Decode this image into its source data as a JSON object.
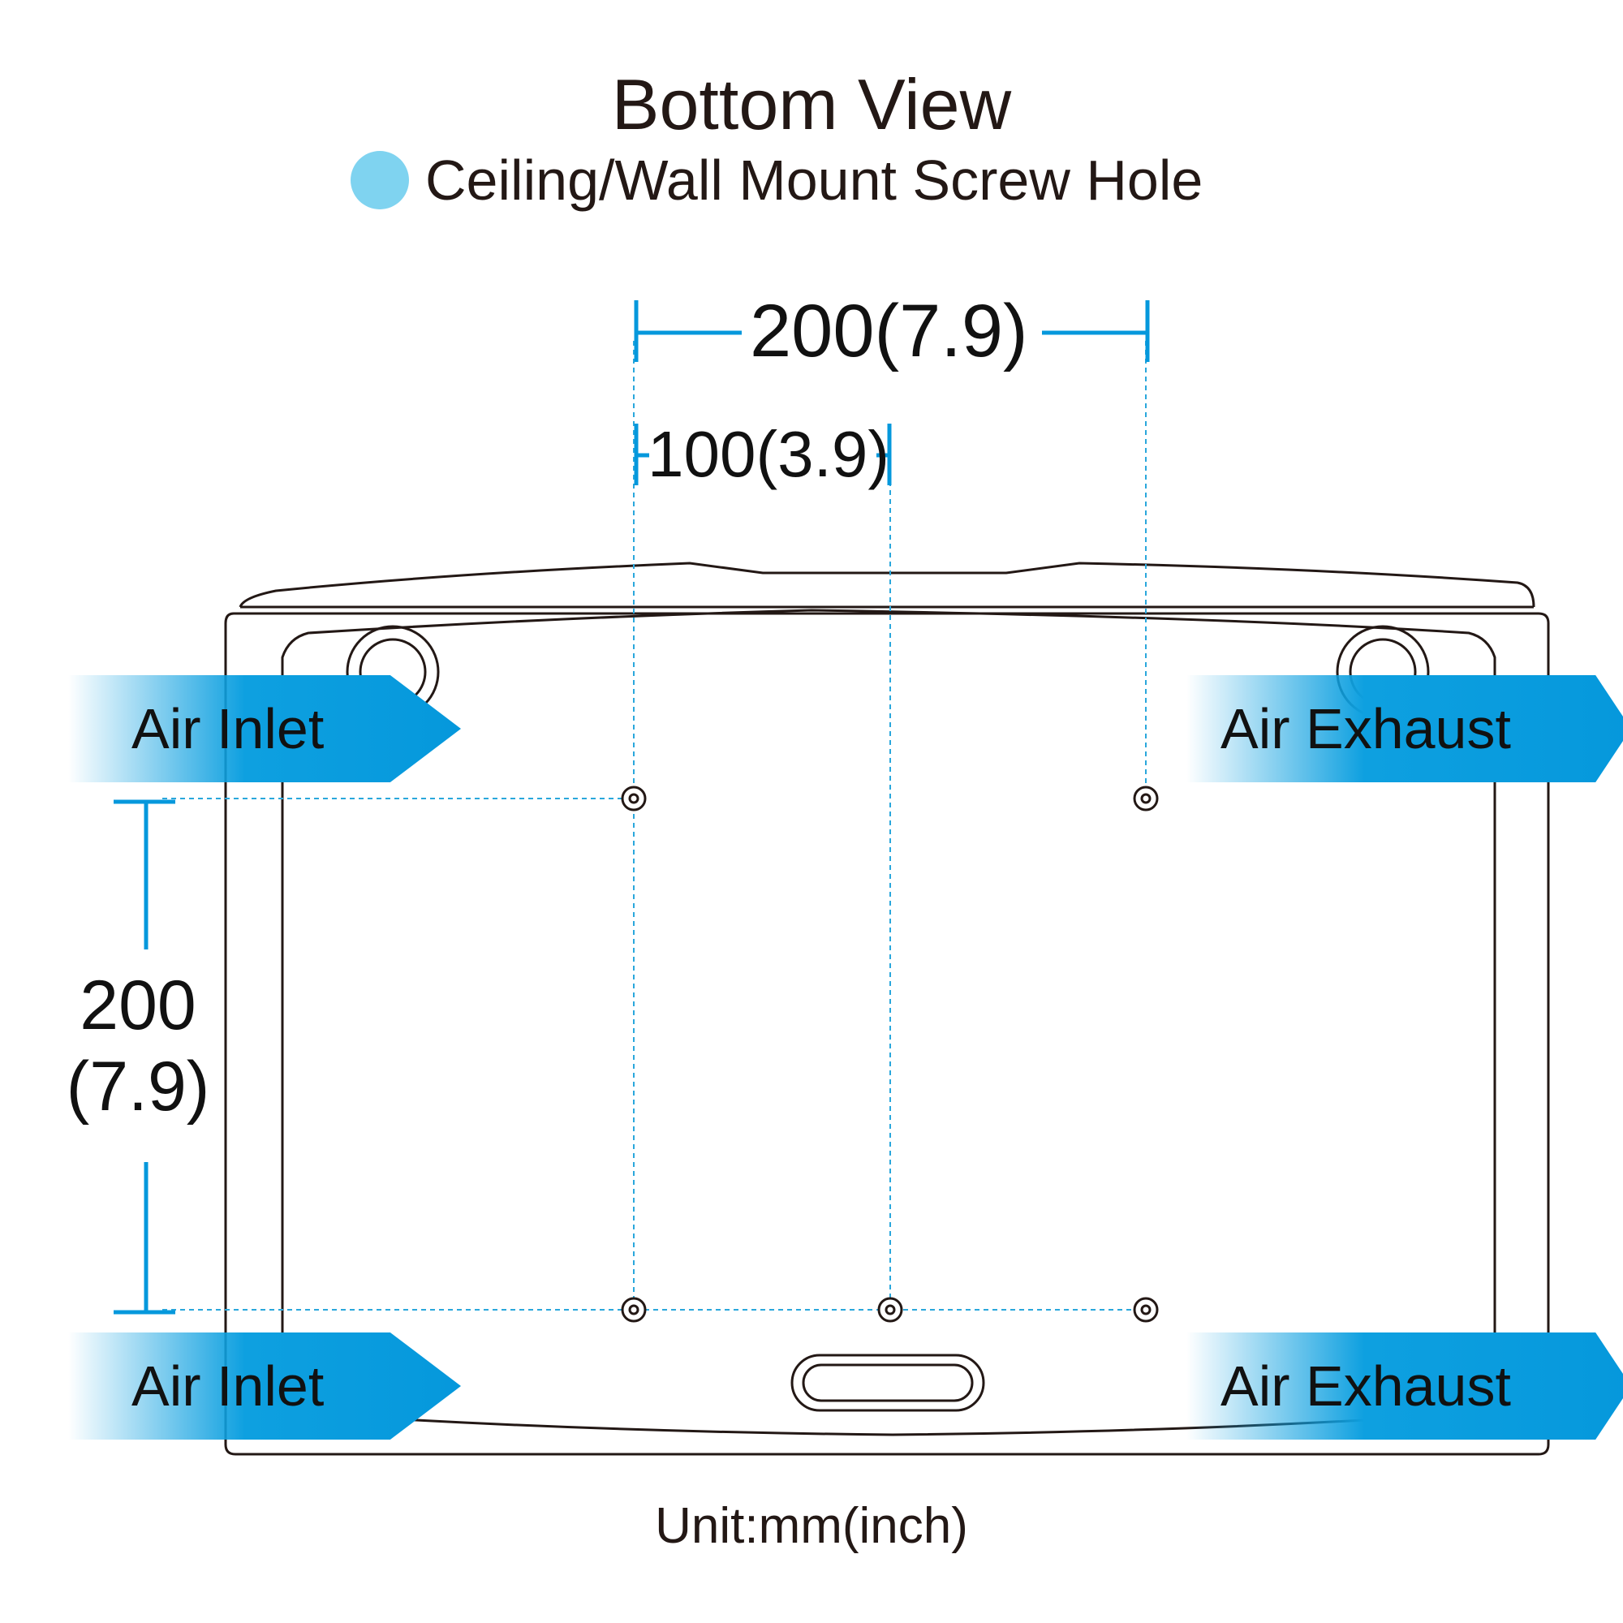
{
  "title": "Bottom View",
  "legend": {
    "label": "Ceiling/Wall Mount Screw Hole",
    "color": "#7fd3f0"
  },
  "dimensions": {
    "top_wide": "200(7.9)",
    "top_narrow": "100(3.9)",
    "left_value": "200",
    "left_inch": "(7.9)"
  },
  "airflow": {
    "inlet_top": "Air Inlet",
    "inlet_bottom": "Air Inlet",
    "exhaust_top": "Air Exhaust",
    "exhaust_bottom": "Air Exhaust"
  },
  "unit": "Unit:mm(inch)",
  "colors": {
    "accent": "#0598dc",
    "guide": "#2aa7dc",
    "outline": "#231815"
  }
}
